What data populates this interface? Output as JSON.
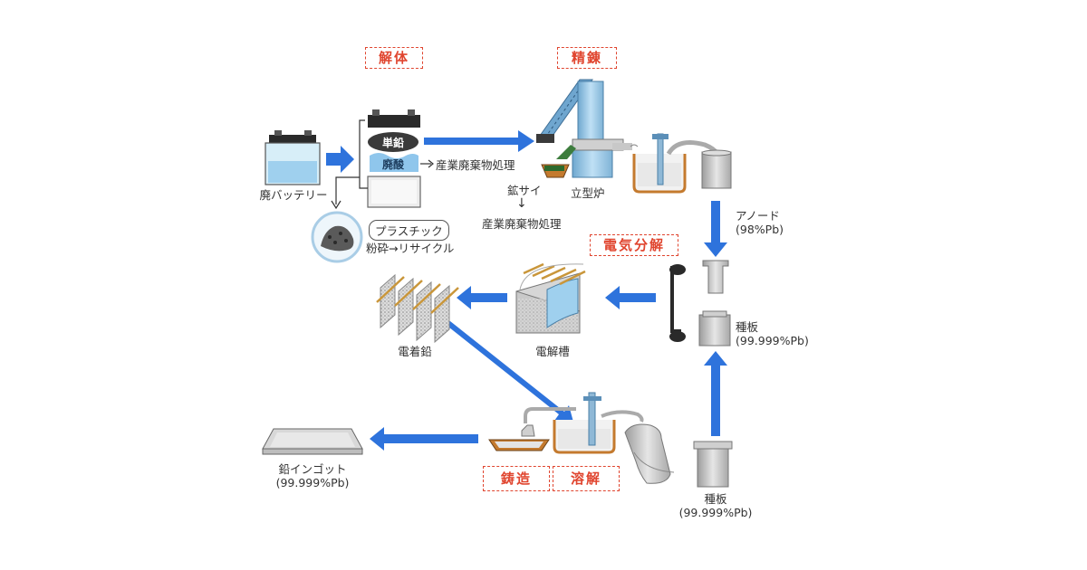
{
  "steps": {
    "dismantle": "解体",
    "refine": "精錬",
    "electrolysis": "電気分解",
    "casting": "鋳造",
    "melting": "溶解"
  },
  "labels": {
    "waste_battery": "廃バッテリー",
    "single_lead": "単鉛",
    "waste_acid": "廃酸",
    "industrial_waste_1": "産業廃棄物処理",
    "plastic": "プラスチック",
    "crush_recycle": "粉砕→リサイクル",
    "slag": "鉱サイ",
    "industrial_waste_2": "産業廃棄物処理",
    "vertical_furnace": "立型炉",
    "anode": "アノード",
    "anode_purity": "(98%Pb)",
    "seed_plate_top": "種板",
    "seed_plate_top_purity": "(99.999%Pb)",
    "electrolytic_cell": "電解槽",
    "electrodeposited_lead": "電着鉛",
    "lead_ingot": "鉛インゴット",
    "lead_ingot_purity": "(99.999%Pb)",
    "seed_plate_bottom": "種板",
    "seed_plate_bottom_purity": "(99.999%Pb)"
  },
  "colors": {
    "arrow": "#2e73dc",
    "step_border": "#e0452f",
    "acid_blue": "#8fc6ec",
    "copper": "#c47a2e",
    "metal_gray": "#c8c8c8"
  }
}
